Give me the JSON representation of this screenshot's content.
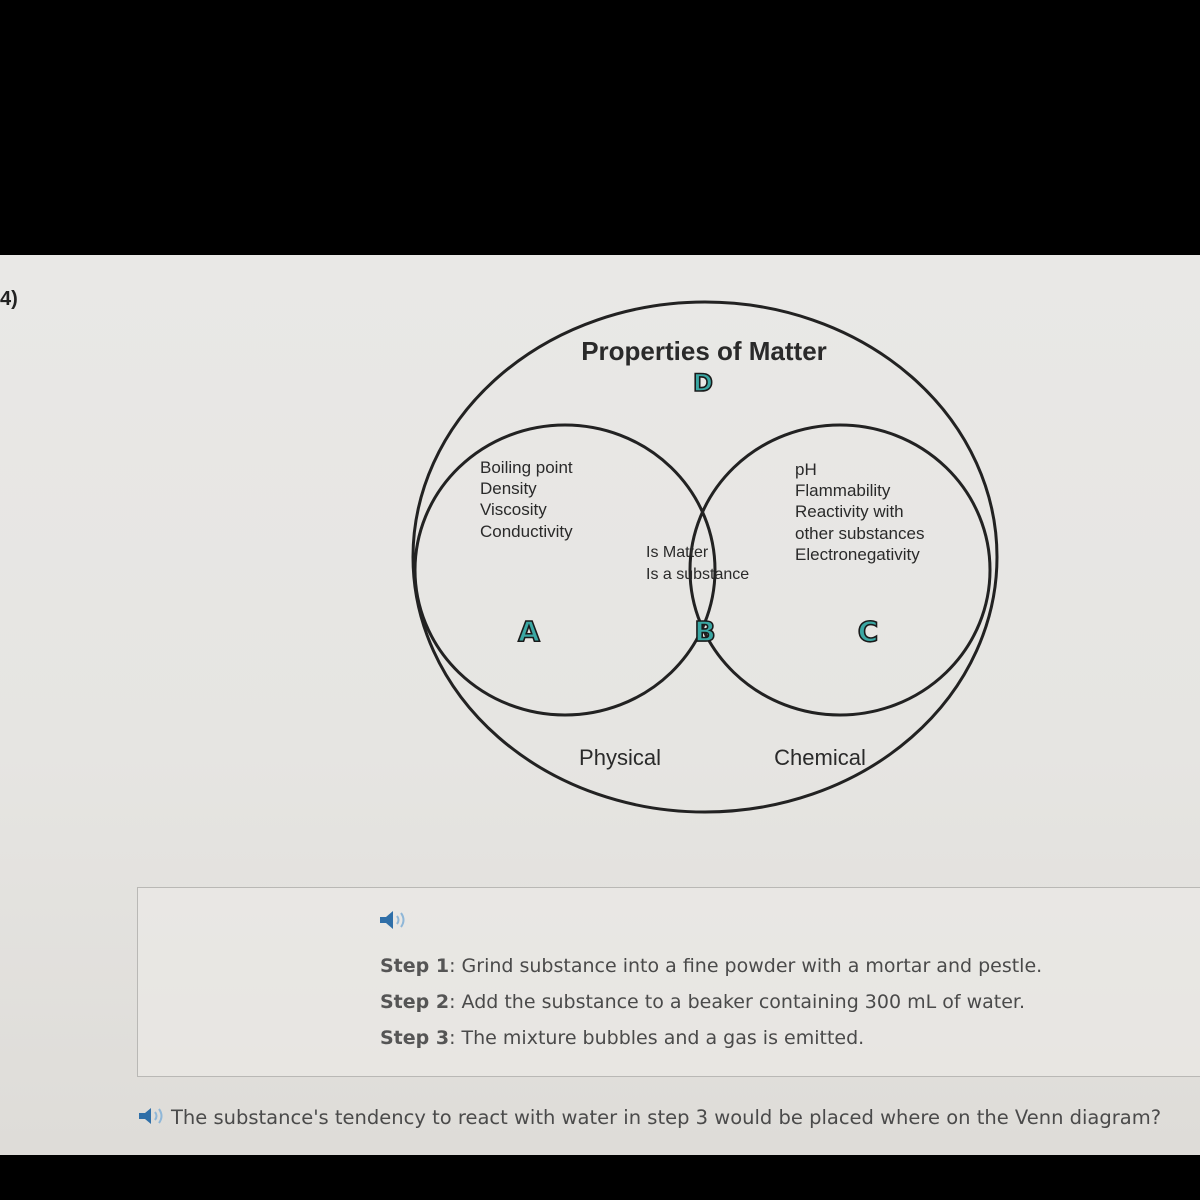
{
  "question": {
    "number": "4)",
    "prompt": "The substance's tendency to react with water in step 3 would be placed where on the Venn diagram?"
  },
  "venn": {
    "title": "Properties of Matter",
    "region_labels": {
      "outer": "D",
      "left": "A",
      "center": "B",
      "right": "C"
    },
    "left_items": [
      "Boiling point",
      "Density",
      "Viscosity",
      "Conductivity"
    ],
    "center_items": [
      "Is Matter",
      "Is a substance"
    ],
    "right_items": [
      "pH",
      "Flammability",
      "Reactivity with",
      "other substances",
      "Electronegativity"
    ],
    "left_circle_label": "Physical",
    "right_circle_label": "Chemical",
    "region_label_color": "#3aa7a3"
  },
  "steps": [
    {
      "label": "Step 1",
      "text": ": Grind substance into a fine powder with a mortar and pestle."
    },
    {
      "label": "Step 2",
      "text": ": Add the substance to a beaker containing 300 mL of water."
    },
    {
      "label": "Step 3",
      "text": ": The mixture bubbles and a gas is emitted."
    }
  ],
  "icons": {
    "audio": "speaker-icon"
  }
}
